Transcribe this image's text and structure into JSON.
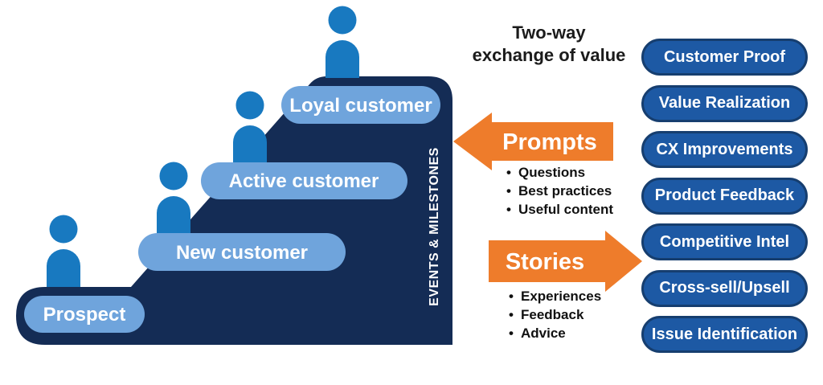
{
  "heading": {
    "line1": "Two-way",
    "line2": "exchange of value"
  },
  "journey": {
    "axis_label": "EVENTS & MILESTONES",
    "stages": [
      {
        "label": "Prospect"
      },
      {
        "label": "New customer"
      },
      {
        "label": "Active customer"
      },
      {
        "label": "Loyal customer"
      }
    ]
  },
  "prompts": {
    "label": "Prompts",
    "bullets": [
      "Questions",
      "Best practices",
      "Useful content"
    ]
  },
  "stories": {
    "label": "Stories",
    "bullets": [
      "Experiences",
      "Feedback",
      "Advice"
    ]
  },
  "value_items": [
    "Customer Proof",
    "Value Realization",
    "CX Improvements",
    "Product Feedback",
    "Competitive Intel",
    "Cross-sell/Upsell",
    "Issue Identification"
  ],
  "colors": {
    "navy": "#142C55",
    "stage_pill_blue": "#6FA4DC",
    "person_blue": "#1879C0",
    "value_pill_fill": "#1D59A4",
    "value_pill_border": "#163E6F",
    "arrow_orange": "#EE7C2B",
    "text_dark": "#1b1b1b",
    "text_white": "#ffffff"
  }
}
